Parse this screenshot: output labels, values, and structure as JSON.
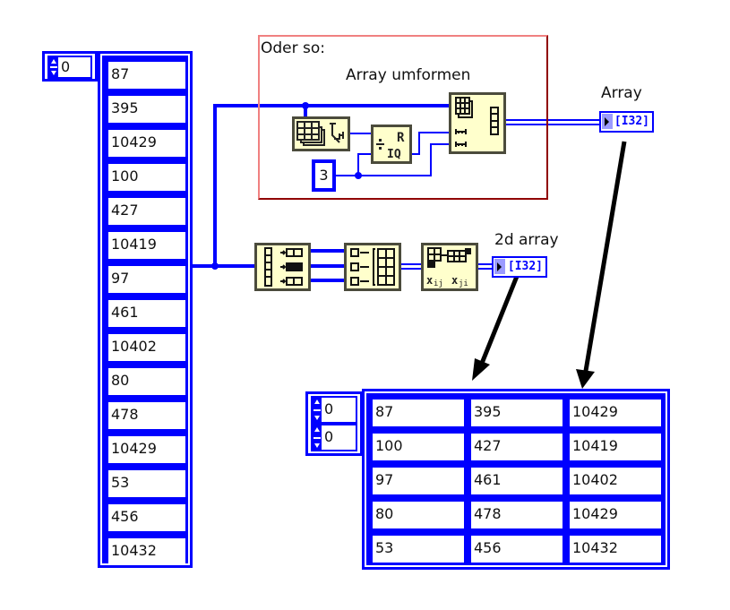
{
  "input_array": {
    "index": "0",
    "values": [
      "87",
      "395",
      "10429",
      "100",
      "427",
      "10419",
      "97",
      "461",
      "10402",
      "80",
      "478",
      "10429",
      "53",
      "456",
      "10432"
    ]
  },
  "structure": {
    "title": "Oder so:",
    "node_label": "Array umformen"
  },
  "constant": {
    "value": "3"
  },
  "indicators": {
    "array": {
      "label": "Array",
      "type": "I32"
    },
    "array2d": {
      "label": "2d array",
      "type": "I32"
    }
  },
  "output_2d": {
    "row_index": "0",
    "col_index": "0",
    "rows": [
      [
        "87",
        "395",
        "10429"
      ],
      [
        "100",
        "427",
        "10419"
      ],
      [
        "97",
        "461",
        "10402"
      ],
      [
        "80",
        "478",
        "10429"
      ],
      [
        "53",
        "456",
        "10432"
      ]
    ]
  },
  "colors": {
    "wire": "#0000ff",
    "node_fill": "#ffffcc",
    "node_border": "#4b4b3c",
    "structure_border": "#e08080",
    "arrow": "#000000"
  }
}
